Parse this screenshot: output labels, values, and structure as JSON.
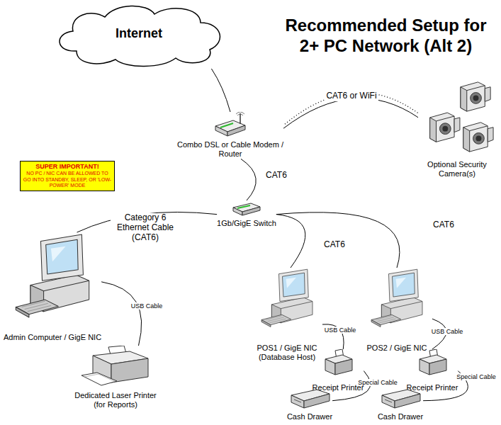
{
  "diagram": {
    "title": "Recommended Setup for 2+ PC Network (Alt 2)",
    "nodes": [
      {
        "text": [
          "Internet"
        ]
      },
      {
        "text": [
          "Combo DSL or Cable Modem / Router"
        ]
      },
      {
        "text": [
          "Optional Security Camera(s)"
        ]
      },
      {
        "text": [
          "SUPER IMPORTANT!",
          "NO PC / NIC CAN BE ALLOWED TO GO INTO STANDBY, SLEEP, OR 'LOW-POWER' MODE"
        ]
      },
      {
        "text": [
          "1Gb/GigE Switch"
        ]
      },
      {
        "text": [
          "Admin Computer / GigE NIC"
        ]
      },
      {
        "text": [
          "Dedicated Laser Printer (for Reports)"
        ]
      },
      {
        "text": [
          "POS1 / GigE NIC (Database Host)"
        ]
      },
      {
        "text": [
          "Receipt Printer"
        ]
      },
      {
        "text": [
          "Cash Drawer"
        ]
      },
      {
        "text": [
          "POS2 / GigE NIC"
        ]
      },
      {
        "text": [
          "Receipt Printer"
        ]
      },
      {
        "text": [
          "Cash Drawer"
        ]
      }
    ],
    "edges": [
      {
        "from": 0,
        "to": 1,
        "arrow": "none"
      },
      {
        "from": 1,
        "to": 2,
        "label": "CAT6 or WiFi",
        "arrow": "none"
      },
      {
        "from": 1,
        "to": 4,
        "label": "CAT6",
        "arrow": "none"
      },
      {
        "from": 4,
        "to": 5,
        "label": "Category 6 Ethernet Cable (CAT6)",
        "arrow": "none"
      },
      {
        "from": 5,
        "to": 6,
        "label": "USB Cable",
        "arrow": "none"
      },
      {
        "from": 4,
        "to": 7,
        "label": "CAT6",
        "arrow": "none"
      },
      {
        "from": 4,
        "to": 10,
        "label": "CAT6",
        "arrow": "none"
      },
      {
        "from": 7,
        "to": 8,
        "label": "USB Cable",
        "arrow": "none"
      },
      {
        "from": 8,
        "to": 9,
        "label": "Special Cable",
        "arrow": "none"
      },
      {
        "from": 10,
        "to": 11,
        "label": "USB Cable",
        "arrow": "none"
      },
      {
        "from": 11,
        "to": 12,
        "label": "Special Cable",
        "arrow": "none"
      }
    ]
  }
}
